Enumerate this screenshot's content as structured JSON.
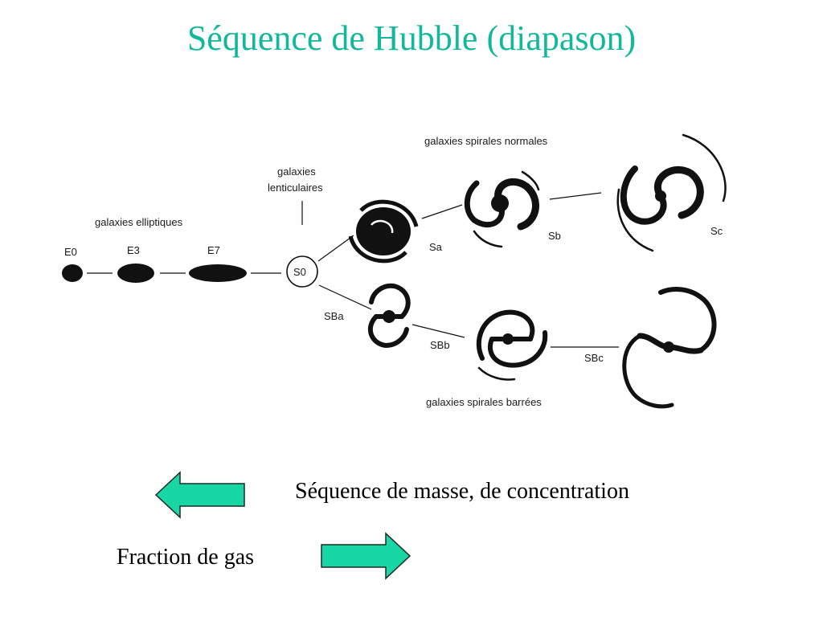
{
  "title": "Séquence de Hubble (diapason)",
  "diagram": {
    "elliptical_group": "galaxies elliptiques",
    "lenticular_group_line1": "galaxies",
    "lenticular_group_line2": "lenticulaires",
    "normal_spiral_group": "galaxies spirales normales",
    "barred_spiral_group": "galaxies spirales barrées",
    "types": {
      "e0": "E0",
      "e3": "E3",
      "e7": "E7",
      "s0": "S0",
      "sa": "Sa",
      "sb": "Sb",
      "sc": "Sc",
      "sba": "SBa",
      "sbb": "SBb",
      "sbc": "SBc"
    }
  },
  "captions": {
    "mass_sequence": "Séquence de masse, de concentration",
    "gas_fraction": "Fraction de gas"
  },
  "colors": {
    "title": "#12b89a",
    "arrow_fill": "#19d7a4",
    "ink": "#111111"
  },
  "icons": {
    "left_arrow": "arrow-left-icon",
    "right_arrow": "arrow-right-icon"
  }
}
